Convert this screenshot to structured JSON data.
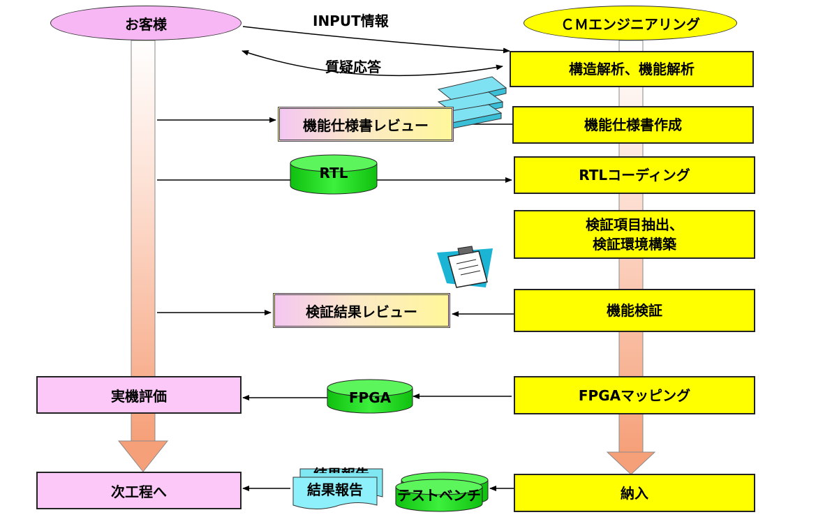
{
  "header": {
    "customer": "お客様",
    "cm": "ＣＭエンジニアリング"
  },
  "arrows": {
    "input": "INPUT情報",
    "qa": "質疑応答"
  },
  "cm_steps": [
    "構造解析、機能解析",
    "機能仕様書作成",
    "RTLコーディング",
    "検証項目抽出、\n検証環境構築",
    "機能検証",
    "FPGAマッピング",
    "納入"
  ],
  "reviews": {
    "spec": "機能仕様書レビュー",
    "verify": "検証結果レビュー"
  },
  "customer_steps": {
    "eval": "実機評価",
    "next": "次工程へ"
  },
  "artifacts": {
    "rtl": "RTL",
    "fpga": "FPGA",
    "testbench": "テストベンチ",
    "report_back": "結果報告",
    "report": "結果報告"
  }
}
